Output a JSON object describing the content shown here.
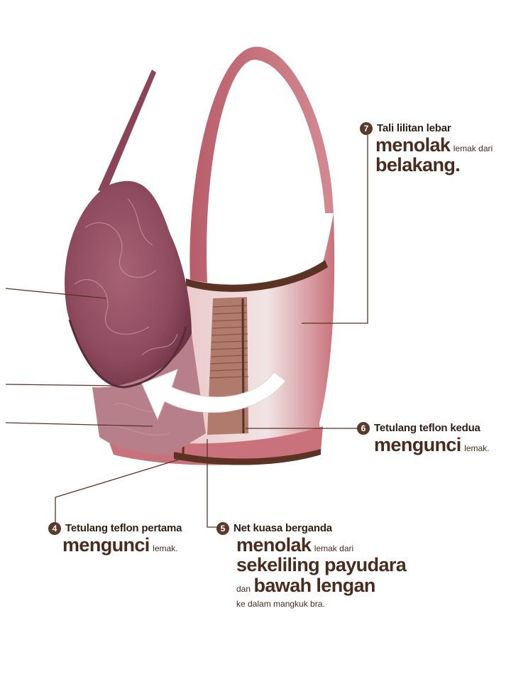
{
  "callouts": {
    "c7": {
      "number": "7",
      "lead": "Tali lilitan lebar",
      "big1": "menolak",
      "small1": "lemak dari",
      "big2": "belakang."
    },
    "c6": {
      "number": "6",
      "lead": "Tetulang teflon kedua",
      "big1": "mengunci",
      "small1": "lemak."
    },
    "c4": {
      "number": "4",
      "lead": "Tetulang teflon pertama",
      "big1": "mengunci",
      "small1": "lemak."
    },
    "c5": {
      "number": "5",
      "lead": "Net kuasa berganda",
      "big1": "menolak",
      "small1": "lemak dari",
      "big2": "sekeliling payudara",
      "small2": "dan",
      "big3": "bawah lengan",
      "small3": "ke dalam mangkuk bra."
    }
  },
  "colors": {
    "lace": "#8e4a5e",
    "band": "#c96f78",
    "mesh": "#e7d9d9",
    "trim": "#5a3325",
    "leader": "#5a3325"
  }
}
